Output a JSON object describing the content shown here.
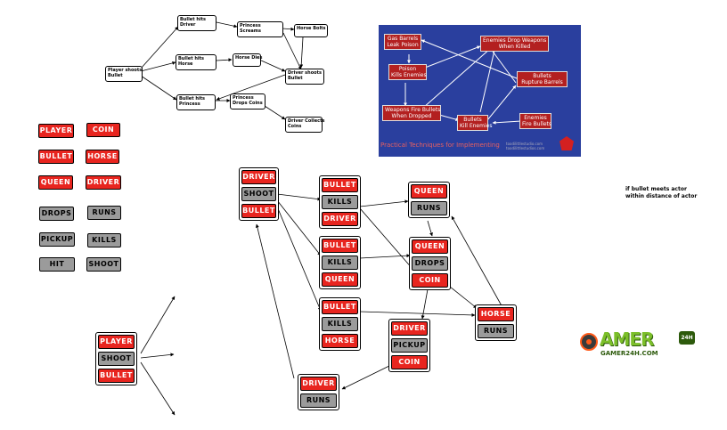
{
  "flowchart": {
    "player_shoots": "Player shoots\nBullet",
    "hits_driver": "Bullet hits\nDriver",
    "princess_screams": "Princess\nScreams",
    "horse_bolts": "Horse Bolts",
    "hits_horse": "Bullet hits\nHorse",
    "horse_dies": "Horse Dies",
    "driver_shoots": "Driver shoots\nBullet",
    "hits_princess": "Bullet hits\nPrincess",
    "princess_drops": "Princess\nDrops Coins",
    "driver_collects": "Driver Collects\nCoins"
  },
  "slide": {
    "gas_barrels": "Gas Barrels\nLeak Poison",
    "enemies_drop": "Enemies Drop Weapons\nWhen Killed",
    "poison_kills": "Poison\nKills Enemies",
    "bullets_rupture": "Bullets\nRupture Barrels",
    "weapons_fire": "Weapons Fire Bullets\nWhen Dropped",
    "bullets_kill": "Bullets\nKill Enemies",
    "enemies_fire": "Enemies\nFire Bullets",
    "caption": "Practical Techniques for Implementing",
    "url": "toodilittlestudio.com\ntoodilittlestudios.com"
  },
  "palette": {
    "player": "PLAYER",
    "coin": "COIN",
    "bullet": "BULLET",
    "horse": "HORSE",
    "queen": "QUEEN",
    "driver": "DRIVER",
    "drops": "DROPS",
    "runs": "RUNS",
    "pickup": "PICKUP",
    "kills": "KILLS",
    "hit": "HIT",
    "shoot": "SHOOT"
  },
  "rule_left": [
    "PLAYER",
    "SHOOT",
    "BULLET"
  ],
  "rules": {
    "g1": [
      "DRIVER",
      "SHOOT",
      "BULLET"
    ],
    "g2": [
      "BULLET",
      "KILLS",
      "DRIVER"
    ],
    "g3": [
      "BULLET",
      "KILLS",
      "QUEEN"
    ],
    "g4": [
      "BULLET",
      "KILLS",
      "HORSE"
    ],
    "g5": [
      "QUEEN",
      "RUNS"
    ],
    "g6": [
      "QUEEN",
      "DROPS",
      "COIN"
    ],
    "g7": [
      "HORSE",
      "RUNS"
    ],
    "g8": [
      "DRIVER",
      "PICKUP",
      "COIN"
    ],
    "g9": [
      "DRIVER",
      "RUNS"
    ]
  },
  "note": "if bullet meets actor\nwithin distance of actor",
  "logo": {
    "word": "AMER",
    "badge": "24H",
    "url": "GAMER24H.COM"
  },
  "colors": {
    "red_tile": "#e8251f",
    "gray_tile": "#9b9b9b",
    "slide_bg": "#2a3f9e",
    "slide_box": "#b32020",
    "logo_green": "#7cbf2a"
  }
}
